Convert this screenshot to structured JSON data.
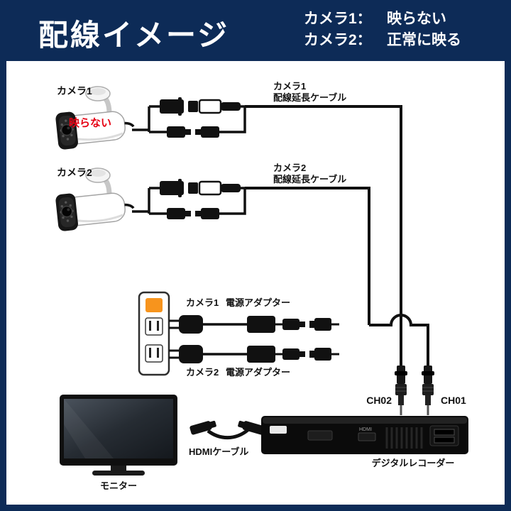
{
  "header": {
    "title": "配線イメージ",
    "status": [
      {
        "label": "カメラ1：",
        "value": "映らない"
      },
      {
        "label": "カメラ2：",
        "value": "正常に映る"
      }
    ]
  },
  "camera1": {
    "label": "カメラ1",
    "overlay": "映らない",
    "cable_line1": "カメラ1",
    "cable_line2": "配線延長ケーブル"
  },
  "camera2": {
    "label": "カメラ2",
    "cable_line1": "カメラ2",
    "cable_line2": "配線延長ケーブル"
  },
  "power": {
    "row1_camera": "カメラ1",
    "row1_label": "電源アダプター",
    "row2_camera": "カメラ2",
    "row2_label": "電源アダプター"
  },
  "recorder": {
    "ch_left": "CH02",
    "ch_right": "CH01",
    "label": "デジタルレコーダー",
    "hdmi_port": "HDMI"
  },
  "monitor_label": "モニター",
  "hdmi_cable_label": "HDMIケーブル",
  "colors": {
    "header_bg": "#0d2b57",
    "alert_red": "#e60012",
    "outlet_orange": "#f7941d",
    "cable_black": "#111111"
  }
}
